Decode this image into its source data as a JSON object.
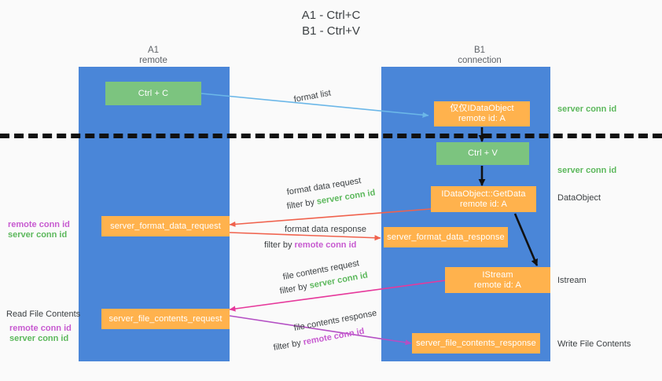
{
  "title": "A1 - Ctrl+C\nB1 - Ctrl+V",
  "lanes": [
    {
      "name": "A1",
      "sub": "remote",
      "header": "A1\nremote"
    },
    {
      "name": "B1",
      "sub": "connection",
      "header": "B1\nconnection"
    }
  ],
  "nodes": {
    "ctrl_c": {
      "label": "Ctrl + C",
      "color": "#7cc47f"
    },
    "idataobject": {
      "line1": "仅仅IDataObject",
      "line2": "remote id: A",
      "color": "#ffb24d"
    },
    "ctrl_v": {
      "label": "Ctrl + V",
      "color": "#7cc47f"
    },
    "getdata": {
      "line1": "IDataObject::GetData",
      "line2": "remote id: A",
      "color": "#ffb24d"
    },
    "istream": {
      "line1": "IStream",
      "line2": "remote id: A",
      "color": "#ffb24d"
    },
    "format_data_request": {
      "label": "server_format_data_request",
      "color": "#ffb24d"
    },
    "format_data_response": {
      "label": "server_format_data_response",
      "color": "#ffb24d"
    },
    "file_contents_request": {
      "label": "server_file_contents_request",
      "color": "#ffb24d"
    },
    "file_contents_response": {
      "label": "server_file_contents_response",
      "color": "#ffb24d"
    }
  },
  "edge_labels": {
    "format_list": "format list",
    "format_data_request": "format data request",
    "format_data_request_filter_prefix": "filter by ",
    "format_data_request_filter_key": "server conn id",
    "format_data_response": "format data response",
    "format_data_response_filter_prefix": "filter by ",
    "format_data_response_filter_key": "remote conn id",
    "file_contents_request": "file contents request",
    "file_contents_request_filter_prefix": "filter by ",
    "file_contents_request_filter_key": "server conn id",
    "file_contents_response": "file contents response",
    "file_contents_response_filter_prefix": "filter by ",
    "file_contents_response_filter_key": "remote conn id"
  },
  "right_labels": {
    "server_conn_id_top": "server conn id",
    "server_conn_id_mid": "server conn id",
    "dataobject": "DataObject",
    "istream": "Istream",
    "write_file_contents": "Write File Contents"
  },
  "left_labels": {
    "remote_conn_id_1": "remote conn id",
    "server_conn_id_1": "server conn id",
    "read_file_contents": "Read File Contents",
    "remote_conn_id_2": "remote conn id",
    "server_conn_id_2": "server conn id"
  },
  "colors": {
    "lane": "#4a86d8",
    "green_box": "#7cc47f",
    "orange_box": "#ffb24d",
    "green_text": "#5cb85c",
    "purple_text": "#c75ad0",
    "blue_arrow": "#6bb7e8",
    "red_arrow": "#f0624d",
    "magenta_arrow": "#e6399b",
    "purple_arrow": "#b44fc4",
    "black_arrow": "#111111",
    "background": "#fafafa"
  }
}
